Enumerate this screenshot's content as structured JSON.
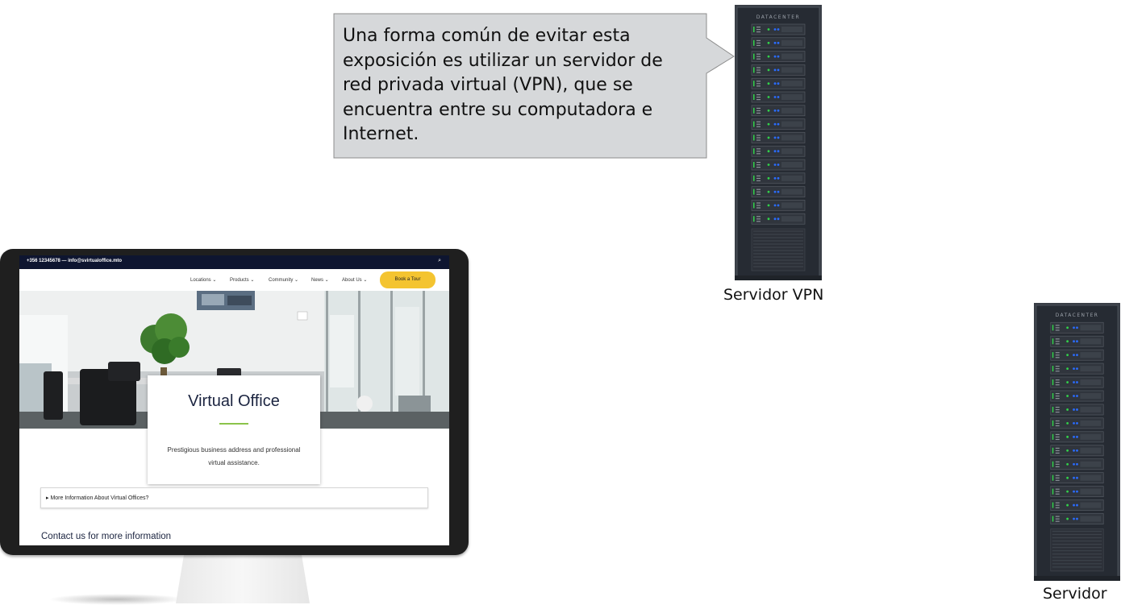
{
  "callout": {
    "lines": [
      "Una forma común de evitar esta",
      "exposición es utilizar un servidor de",
      "red privada virtual (VPN), que se",
      "encuentra entre su computadora e",
      "Internet."
    ]
  },
  "servers": {
    "vpn": {
      "label": "Servidor VPN",
      "brand": "DATACENTER"
    },
    "destination": {
      "label": "Servidor",
      "brand": "DATACENTER"
    }
  },
  "website": {
    "topbar_contact": "+356 12345678 — info@svirtualoffice.mto",
    "nav": [
      "Locations ⌄",
      "Products ⌄",
      "Community ⌄",
      "News ⌄",
      "About Us ⌄"
    ],
    "cta": "Book a Tour",
    "hero_title": "Virtual Office",
    "hero_subtitle_1": "Prestigious business address and professional",
    "hero_subtitle_2": "virtual assistance.",
    "accordion": "▸ More Information About Virtual Offices?",
    "contact_heading": "Contact us for more information"
  },
  "colors": {
    "callout_fill": "#d6d8da",
    "callout_border": "#8c8c8c",
    "rack_body": "#262b33",
    "led_green": "#32d24a",
    "led_blue": "#2a6cff",
    "cta": "#f4c430",
    "accent_line": "#8bc34a",
    "topbar": "#0e1530"
  }
}
